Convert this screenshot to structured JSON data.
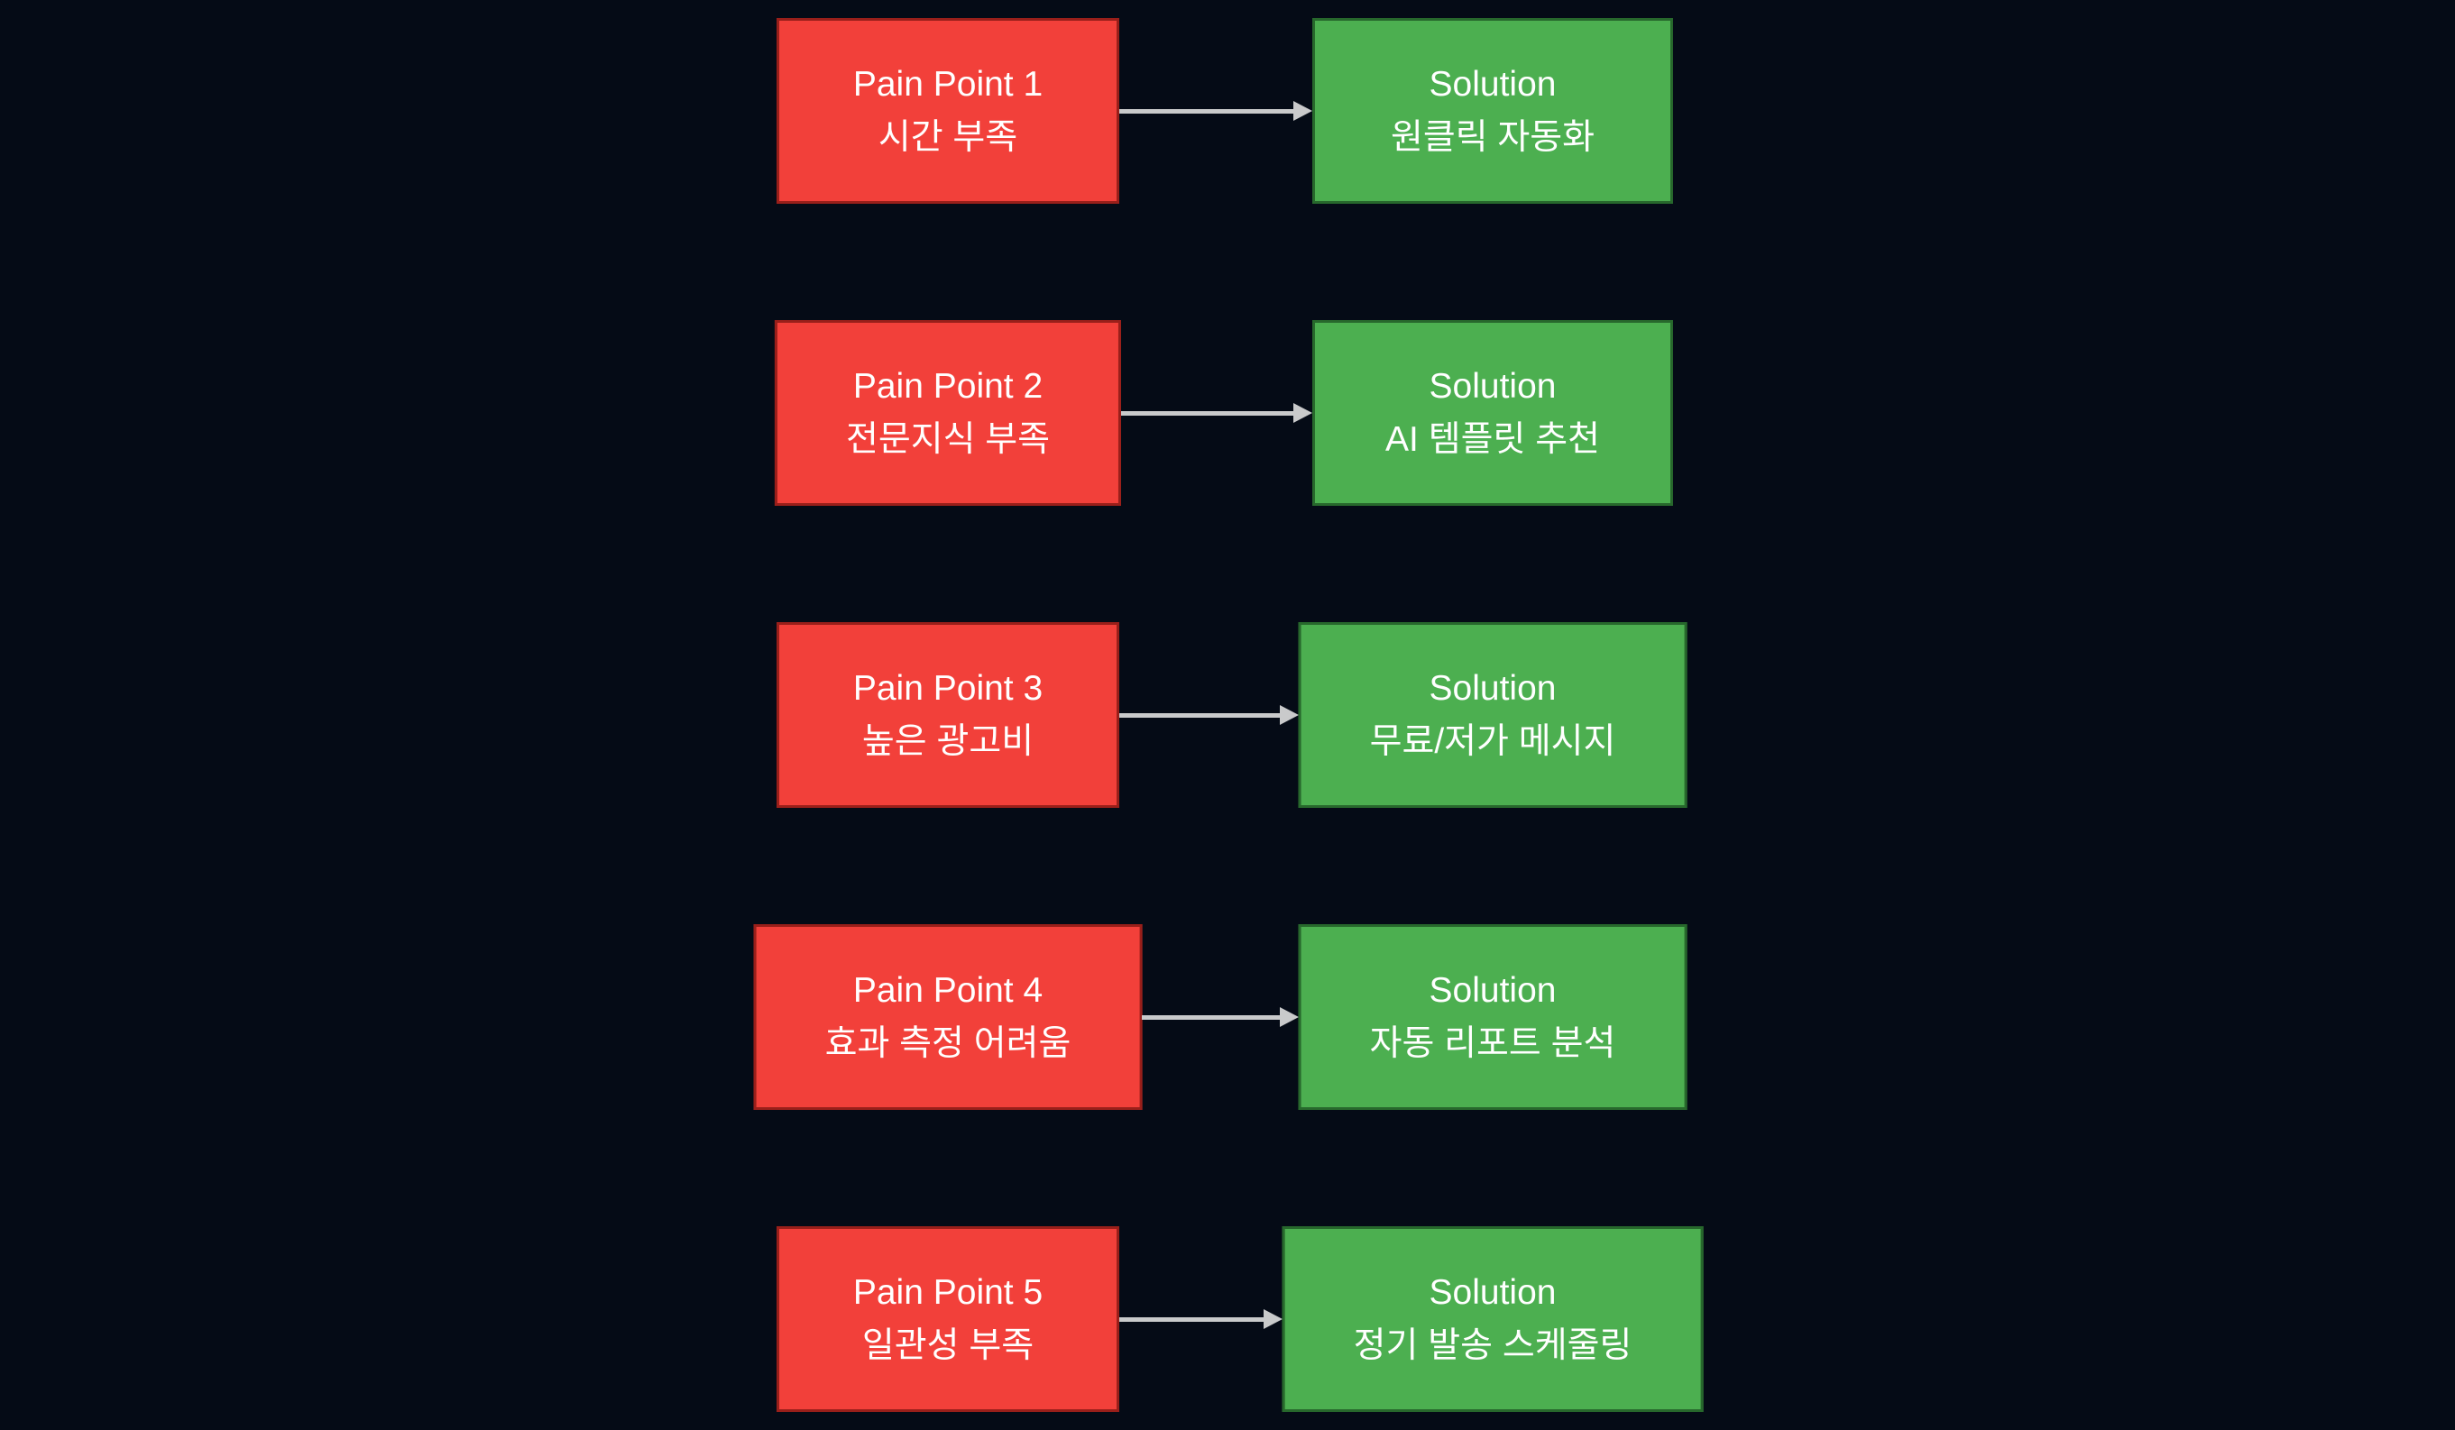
{
  "colors": {
    "background": "#050b16",
    "pain-fill": "#f2403a",
    "pain-border": "#991f1a",
    "solution-fill": "#4caf50",
    "solution-border": "#27682c",
    "arrow": "#c9cacb",
    "text": "#ffffff"
  },
  "diagram": {
    "rows": [
      {
        "pain_title": "Pain Point 1",
        "pain_subtitle": "시간 부족",
        "solution_title": "Solution",
        "solution_subtitle": "원클릭 자동화"
      },
      {
        "pain_title": "Pain Point 2",
        "pain_subtitle": "전문지식 부족",
        "solution_title": "Solution",
        "solution_subtitle": "AI 템플릿 추천"
      },
      {
        "pain_title": "Pain Point 3",
        "pain_subtitle": "높은 광고비",
        "solution_title": "Solution",
        "solution_subtitle": "무료/저가 메시지"
      },
      {
        "pain_title": "Pain Point 4",
        "pain_subtitle": "효과 측정 어려움",
        "solution_title": "Solution",
        "solution_subtitle": "자동 리포트 분석"
      },
      {
        "pain_title": "Pain Point 5",
        "pain_subtitle": "일관성 부족",
        "solution_title": "Solution",
        "solution_subtitle": "정기 발송 스케줄링"
      }
    ]
  }
}
